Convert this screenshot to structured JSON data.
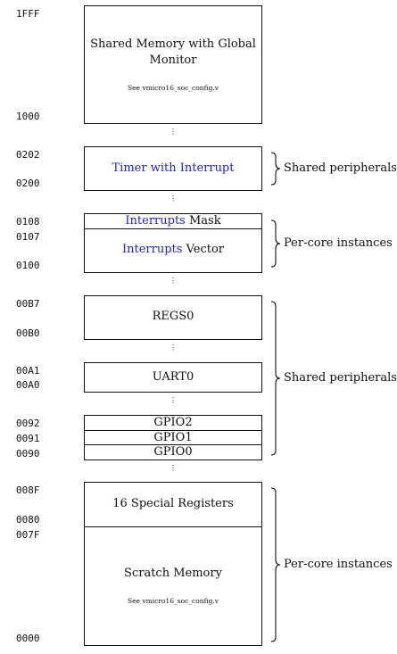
{
  "addresses": {
    "a1FFF": "1FFF",
    "a1000": "1000",
    "a0202": "0202",
    "a0200": "0200",
    "a0108": "0108",
    "a0107": "0107",
    "a0100": "0100",
    "a00B7": "00B7",
    "a00B0": "00B0",
    "a00A1": "00A1",
    "a00A0": "00A0",
    "a0092": "0092",
    "a0091": "0091",
    "a0090": "0090",
    "a008F": "008F",
    "a0080": "0080",
    "a007F": "007F",
    "a0000": "0000"
  },
  "blocks": {
    "shared_memory": {
      "line1": "Shared Memory with Global",
      "line2": "Monitor",
      "note": "See vmicro16_soc_config.v"
    },
    "timer": {
      "label": "Timer with Interrupt"
    },
    "interrupts_mask": {
      "blue": "Interrupts",
      "rest": " Mask"
    },
    "interrupts_vector": {
      "blue": "Interrupts",
      "rest": " Vector"
    },
    "regs0": {
      "label": "REGS0"
    },
    "uart0": {
      "label": "UART0"
    },
    "gpio2": {
      "label": "GPIO2"
    },
    "gpio1": {
      "label": "GPIO1"
    },
    "gpio0": {
      "label": "GPIO0"
    },
    "special_registers": {
      "label": "16 Special Registers"
    },
    "scratch_memory": {
      "label": "Scratch Memory",
      "note": "See vmicro16_soc_config.v"
    }
  },
  "braces": {
    "timer": "Shared peripherals",
    "interrupts": "Per-core instances",
    "peripherals": "Shared peripherals",
    "core_memory": "Per-core instances"
  },
  "ellipsis": "⋮",
  "colors": {
    "link": "#2222cc",
    "stroke": "#111111"
  }
}
